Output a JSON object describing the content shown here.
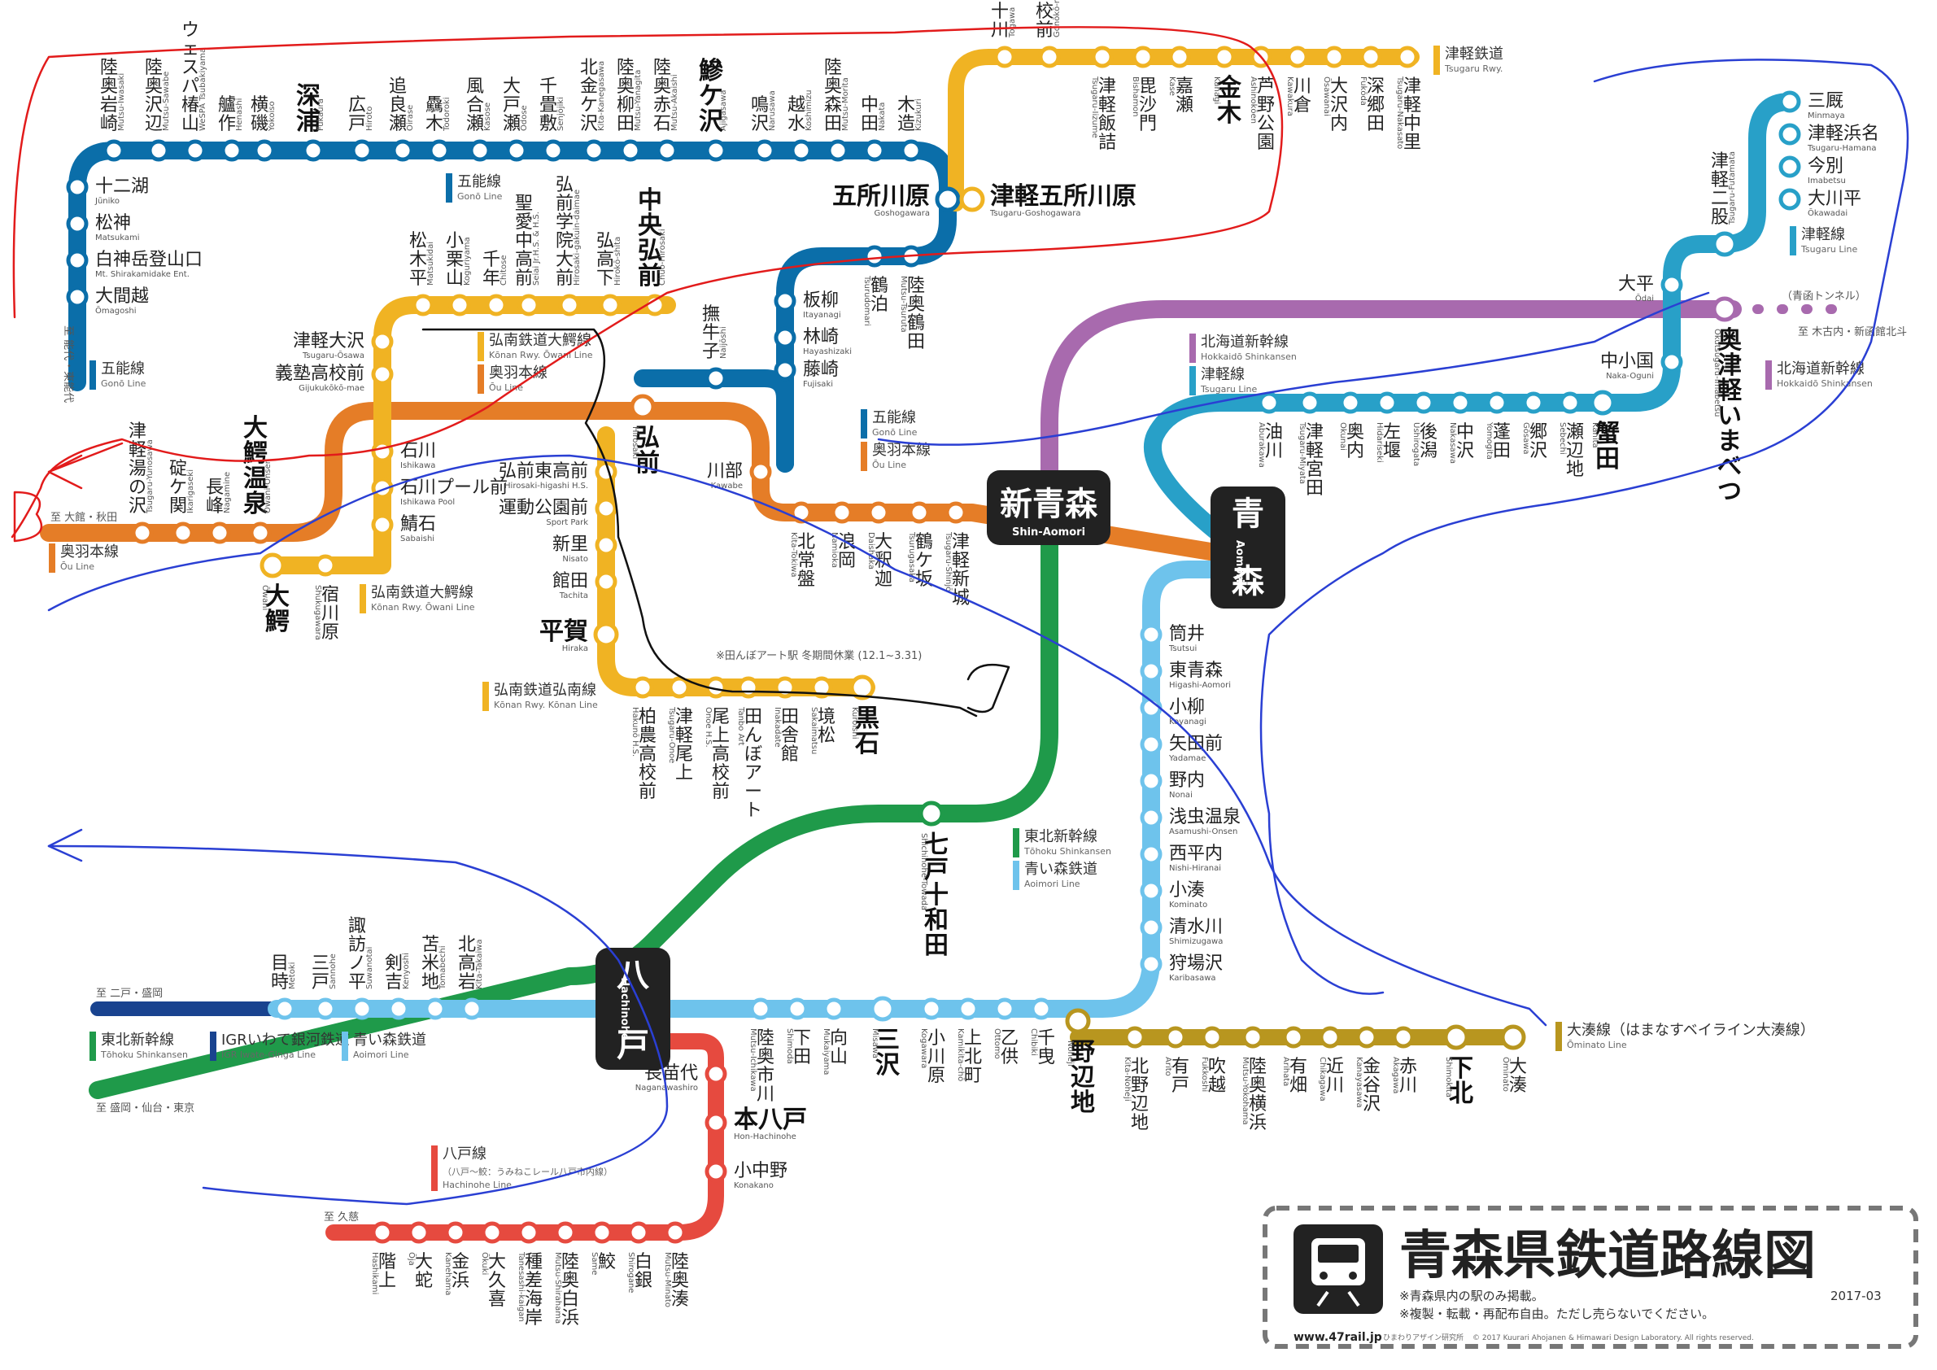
{
  "title": "青森県鉄道路線図",
  "notes": [
    "※青森県内の駅のみ掲載。",
    "※複製・転載・再配布自由。ただし売らないでください。"
  ],
  "date": "2017-03",
  "site": "www.47rail.jp",
  "credit": "© 2017 Kuurari Ahojanen & Himawari Design Laboratory. All rights reserved.",
  "lab": "ひまわりアザイン研究所",
  "itabashi_note": "※田んぼアート駅 冬期間休業 (12.1~3.31)",
  "colors": {
    "gono": "#0b6ea9",
    "ou": "#e57d27",
    "konan": "#f0b323",
    "tsugaru_rwy": "#f0b323",
    "tsugaru_line": "#28a0c8",
    "hokkaido_shinkansen": "#a86aae",
    "tohoku_shinkansen": "#1f9a4a",
    "aoimori": "#6ec3ec",
    "igr": "#19438f",
    "hachinohe": "#e64a3f",
    "ominato": "#b8961f",
    "scribble_red": "#e21b1b",
    "scribble_blue": "#2a3fd3"
  },
  "direction_labels": {
    "noshiro": "至 能代・東能代",
    "odate": "至 大館・秋田",
    "kikonai": "至 木古内・新函館北斗",
    "seikan": "（青函トンネル）",
    "ninohe": "至 二戸・盛岡",
    "morioka": "至 盛岡・仙台・東京",
    "kuji": "至 久慈"
  },
  "hubs": [
    {
      "id": "shin-aomori",
      "name": "新青森",
      "roman": "Shin-Aomori"
    },
    {
      "id": "aomori",
      "name": "青森",
      "roman": "Aomori"
    },
    {
      "id": "hachinohe",
      "name": "八戸",
      "roman": "Hachinohe"
    }
  ],
  "legends": [
    {
      "id": "tsugaru-rwy",
      "color": "#f0b323",
      "label": "津軽鉄道",
      "roman": "Tsugaru Rwy."
    },
    {
      "id": "gono-1",
      "color": "#0b6ea9",
      "label": "五能線",
      "roman": "Gonō Line"
    },
    {
      "id": "gono-2",
      "color": "#0b6ea9",
      "label": "五能線",
      "roman": "Gonō Line"
    },
    {
      "id": "gono-3",
      "color": "#0b6ea9",
      "label": "五能線",
      "roman": "Gonō Line"
    },
    {
      "id": "konan-owani",
      "color": "#f0b323",
      "label": "弘南鉄道大鰐線",
      "roman": "Kōnan Rwy. Ōwani Line"
    },
    {
      "id": "ou-1",
      "color": "#e57d27",
      "label": "奥羽本線",
      "roman": "Ōu Line"
    },
    {
      "id": "ou-2",
      "color": "#e57d27",
      "label": "奥羽本線",
      "roman": "Ōu Line"
    },
    {
      "id": "ou-3",
      "color": "#e57d27",
      "label": "奥羽本線",
      "roman": "Ōu Line"
    },
    {
      "id": "konan-owani-2",
      "color": "#f0b323",
      "label": "弘南鉄道大鰐線",
      "roman": "Kōnan Rwy. Ōwani Line"
    },
    {
      "id": "konan-konan",
      "color": "#f0b323",
      "label": "弘南鉄道弘南線",
      "roman": "Kōnan Rwy. Kōnan Line"
    },
    {
      "id": "hokkaido-1",
      "color": "#a86aae",
      "label": "北海道新幹線",
      "roman": "Hokkaidō Shinkansen"
    },
    {
      "id": "tsugaru-1",
      "color": "#28a0c8",
      "label": "津軽線",
      "roman": "Tsugaru Line"
    },
    {
      "id": "tsugaru-2",
      "color": "#28a0c8",
      "label": "津軽線",
      "roman": "Tsugaru Line"
    },
    {
      "id": "hokkaido-2",
      "color": "#a86aae",
      "label": "北海道新幹線",
      "roman": "Hokkaidō Shinkansen"
    },
    {
      "id": "tohoku-1",
      "color": "#1f9a4a",
      "label": "東北新幹線",
      "roman": "Tōhoku Shinkansen"
    },
    {
      "id": "aoimori-1",
      "color": "#6ec3ec",
      "label": "青い森鉄道",
      "roman": "Aoimori Line"
    },
    {
      "id": "tohoku-2",
      "color": "#1f9a4a",
      "label": "東北新幹線",
      "roman": "Tōhoku Shinkansen"
    },
    {
      "id": "igr",
      "color": "#19438f",
      "label": "IGRいわて銀河鉄道",
      "roman": "IGR Iwate-Ginga Line"
    },
    {
      "id": "aoimori-2",
      "color": "#6ec3ec",
      "label": "青い森鉄道",
      "roman": "Aoimori Line"
    },
    {
      "id": "hachinohe-line",
      "color": "#e64a3f",
      "label": "八戸線",
      "roman": "Hachinohe Line",
      "sub": "（八戸〜鮫：うみねこレール八戸市内線）"
    },
    {
      "id": "ominato",
      "color": "#b8961f",
      "label": "大湊線（はまなすベイライン大湊線）",
      "roman": "Ōminato Line"
    }
  ],
  "stations": [
    {
      "n": "十二湖",
      "r": "Jūniko"
    },
    {
      "n": "松神",
      "r": "Matsukami"
    },
    {
      "n": "白神岳登山口",
      "r": "Mt. Shirakamidake Ent."
    },
    {
      "n": "大間越",
      "r": "Ōmagoshi"
    },
    {
      "n": "陸奥岩崎",
      "r": "Mutsu-Iwasaki"
    },
    {
      "n": "陸奥沢辺",
      "r": "Mutsu-Sawabe"
    },
    {
      "n": "ウェスパ椿山",
      "r": "WeSPA Tsubakiyama"
    },
    {
      "n": "艫作",
      "r": "Henashi"
    },
    {
      "n": "横磯",
      "r": "Yokoiso"
    },
    {
      "n": "深浦",
      "r": "Fukaura"
    },
    {
      "n": "広戸",
      "r": "Hiroto"
    },
    {
      "n": "追良瀬",
      "r": "Oirase"
    },
    {
      "n": "驫木",
      "r": "Todoroki"
    },
    {
      "n": "風合瀬",
      "r": "Kasose"
    },
    {
      "n": "大戸瀬",
      "r": "Ōdose"
    },
    {
      "n": "千畳敷",
      "r": "Senjōjiki"
    },
    {
      "n": "北金ケ沢",
      "r": "Kita-Kanegasawa"
    },
    {
      "n": "陸奥柳田",
      "r": "Mutsu-Yanagita"
    },
    {
      "n": "陸奥赤石",
      "r": "Mutsu-Akaishi"
    },
    {
      "n": "鰺ケ沢",
      "r": "Ajigasawa"
    },
    {
      "n": "鳴沢",
      "r": "Narusawa"
    },
    {
      "n": "越水",
      "r": "Koshimizu"
    },
    {
      "n": "陸奥森田",
      "r": "Mutsu-Morita"
    },
    {
      "n": "中田",
      "r": "Nakata"
    },
    {
      "n": "木造",
      "r": "Kizukuri"
    },
    {
      "n": "五所川原",
      "r": "Goshogawara"
    },
    {
      "n": "陸奥鶴田",
      "r": "Mutsu-Tsuruta"
    },
    {
      "n": "鶴泊",
      "r": "Tsurudomari"
    },
    {
      "n": "板柳",
      "r": "Itayanagi"
    },
    {
      "n": "林崎",
      "r": "Hayashizaki"
    },
    {
      "n": "藤崎",
      "r": "Fujisaki"
    },
    {
      "n": "津軽五所川原",
      "r": "Tsugaru-Goshogawara"
    },
    {
      "n": "十川",
      "r": "Togawa"
    },
    {
      "n": "五農校前",
      "r": "Gonōkō-mae"
    },
    {
      "n": "津軽飯詰",
      "r": "Tsugaru-Iizume"
    },
    {
      "n": "毘沙門",
      "r": "Bishamon"
    },
    {
      "n": "嘉瀬",
      "r": "Kase"
    },
    {
      "n": "金木",
      "r": "Kanagi"
    },
    {
      "n": "芦野公園",
      "r": "Ashinokōen"
    },
    {
      "n": "川倉",
      "r": "Kawakura"
    },
    {
      "n": "大沢内",
      "r": "Ōsawanai"
    },
    {
      "n": "深郷田",
      "r": "Fukōda"
    },
    {
      "n": "津軽中里",
      "r": "Tsugaru-Nakasato"
    },
    {
      "n": "中央弘前",
      "r": "Chūō-Hirosaki"
    },
    {
      "n": "弘高下",
      "r": "Hirokō-shita"
    },
    {
      "n": "弘前学院大前",
      "r": "Hirosaki-gakuin-daimae"
    },
    {
      "n": "聖愛中高前",
      "r": "Seiai Jr.H.S. & H.S."
    },
    {
      "n": "千年",
      "r": "Chitose"
    },
    {
      "n": "小栗山",
      "r": "Koguriyama"
    },
    {
      "n": "松木平",
      "r": "Matsukidai"
    },
    {
      "n": "津軽大沢",
      "r": "Tsugaru-Ōsawa"
    },
    {
      "n": "義塾高校前",
      "r": "Gijukukōkō-mae"
    },
    {
      "n": "石川",
      "r": "Ishikawa"
    },
    {
      "n": "石川プール前",
      "r": "Ishikawa Pool"
    },
    {
      "n": "鯖石",
      "r": "Sabaishi"
    },
    {
      "n": "宿川原",
      "r": "Shukugawara"
    },
    {
      "n": "大鰐",
      "r": "Ōwani"
    },
    {
      "n": "大鰐温泉",
      "r": "Ōwani-Onsen"
    },
    {
      "n": "長峰",
      "r": "Nagamine"
    },
    {
      "n": "碇ケ関",
      "r": "Ikarigaseki"
    },
    {
      "n": "津軽湯の沢",
      "r": "Tsugaru-Yunosawa"
    },
    {
      "n": "撫牛子",
      "r": "Naijōshi"
    },
    {
      "n": "弘前",
      "r": "Hirosaki"
    },
    {
      "n": "川部",
      "r": "Kawabe"
    },
    {
      "n": "北常盤",
      "r": "Kita-Tokiwa"
    },
    {
      "n": "浪岡",
      "r": "Namioka"
    },
    {
      "n": "大釈迦",
      "r": "Daishaka"
    },
    {
      "n": "鶴ケ坂",
      "r": "Tsurugasaka"
    },
    {
      "n": "津軽新城",
      "r": "Tsugaru-Shinjō"
    },
    {
      "n": "弘前東高前",
      "r": "Hirosaki-higashi H.S."
    },
    {
      "n": "運動公園前",
      "r": "Sport Park"
    },
    {
      "n": "新里",
      "r": "Nisato"
    },
    {
      "n": "館田",
      "r": "Tachita"
    },
    {
      "n": "平賀",
      "r": "Hiraka"
    },
    {
      "n": "柏農高校前",
      "r": "Hakunō H.S."
    },
    {
      "n": "津軽尾上",
      "r": "Tsugaru-Onoe"
    },
    {
      "n": "尾上高校前",
      "r": "Onoe H.S."
    },
    {
      "n": "田んぼアート",
      "r": "Tanbo Art"
    },
    {
      "n": "田舎館",
      "r": "Inakadate"
    },
    {
      "n": "境松",
      "r": "Sakaimatsu"
    },
    {
      "n": "黒石",
      "r": "Kuroishi"
    },
    {
      "n": "油川",
      "r": "Aburakawa"
    },
    {
      "n": "津軽宮田",
      "r": "Tsugaru-Miyata"
    },
    {
      "n": "奥内",
      "r": "Okunai"
    },
    {
      "n": "左堰",
      "r": "Hidariseki"
    },
    {
      "n": "後潟",
      "r": "Ushirogata"
    },
    {
      "n": "中沢",
      "r": "Nakasawa"
    },
    {
      "n": "蓬田",
      "r": "Yomogita"
    },
    {
      "n": "郷沢",
      "r": "Gōsawa"
    },
    {
      "n": "瀬辺地",
      "r": "Sebechi"
    },
    {
      "n": "蟹田",
      "r": "Kanita"
    },
    {
      "n": "中小国",
      "r": "Naka-Oguni"
    },
    {
      "n": "大平",
      "r": "Ōdai"
    },
    {
      "n": "津軽二股",
      "r": "Tsugaru-Futamata"
    },
    {
      "n": "奥津軽いまべつ",
      "r": "Okutsugaru-Imabetsu"
    },
    {
      "n": "大川平",
      "r": "Ōkawadai"
    },
    {
      "n": "今別",
      "r": "Imabetsu"
    },
    {
      "n": "津軽浜名",
      "r": "Tsugaru-Hamana"
    },
    {
      "n": "三厩",
      "r": "Minmaya"
    },
    {
      "n": "筒井",
      "r": "Tsutsui"
    },
    {
      "n": "東青森",
      "r": "Higashi-Aomori"
    },
    {
      "n": "小柳",
      "r": "Koyanagi"
    },
    {
      "n": "矢田前",
      "r": "Yadamae"
    },
    {
      "n": "野内",
      "r": "Nonai"
    },
    {
      "n": "浅虫温泉",
      "r": "Asamushi-Onsen"
    },
    {
      "n": "西平内",
      "r": "Nishi-Hiranai"
    },
    {
      "n": "小湊",
      "r": "Kominato"
    },
    {
      "n": "清水川",
      "r": "Shimizugawa"
    },
    {
      "n": "狩場沢",
      "r": "Karibasawa"
    },
    {
      "n": "七戸十和田",
      "r": "Shichinohe-Towada"
    },
    {
      "n": "目時",
      "r": "Metoki"
    },
    {
      "n": "三戸",
      "r": "Sannohe"
    },
    {
      "n": "諏訪ノ平",
      "r": "Suwanotai"
    },
    {
      "n": "剣吉",
      "r": "Kenyoshi"
    },
    {
      "n": "苫米地",
      "r": "Tomabechi"
    },
    {
      "n": "北高岩",
      "r": "Kita-Takaiwa"
    },
    {
      "n": "陸奥市川",
      "r": "Mutsu-Ichikawa"
    },
    {
      "n": "下田",
      "r": "Shimoda"
    },
    {
      "n": "向山",
      "r": "Mukaiyama"
    },
    {
      "n": "三沢",
      "r": "Misawa"
    },
    {
      "n": "小川原",
      "r": "Kogawara"
    },
    {
      "n": "上北町",
      "r": "Kamikita-chō"
    },
    {
      "n": "乙供",
      "r": "Ottomo"
    },
    {
      "n": "千曳",
      "r": "Chibiki"
    },
    {
      "n": "野辺地",
      "r": "Noheji"
    },
    {
      "n": "北野辺地",
      "r": "Kita-Noheji"
    },
    {
      "n": "有戸",
      "r": "Arito"
    },
    {
      "n": "吹越",
      "r": "Fukkoshi"
    },
    {
      "n": "陸奥横浜",
      "r": "Mutsu-Yokohama"
    },
    {
      "n": "有畑",
      "r": "Arihata"
    },
    {
      "n": "近川",
      "r": "Chikagawa"
    },
    {
      "n": "金谷沢",
      "r": "Kanayasawa"
    },
    {
      "n": "赤川",
      "r": "Akagawa"
    },
    {
      "n": "下北",
      "r": "Shimokita"
    },
    {
      "n": "大湊",
      "r": "Ōminato"
    },
    {
      "n": "長苗代",
      "r": "Naganawashiro"
    },
    {
      "n": "本八戸",
      "r": "Hon-Hachinohe"
    },
    {
      "n": "小中野",
      "r": "Konakano"
    },
    {
      "n": "陸奥湊",
      "r": "Mutsu-Minato"
    },
    {
      "n": "白銀",
      "r": "Shirogane"
    },
    {
      "n": "鮫",
      "r": "Same"
    },
    {
      "n": "陸奥白浜",
      "r": "Mutsu-Shirahama"
    },
    {
      "n": "種差海岸",
      "r": "Tanesashi-kaigan"
    },
    {
      "n": "大久喜",
      "r": "Ōkuki"
    },
    {
      "n": "金浜",
      "r": "Kanehama"
    },
    {
      "n": "大蛇",
      "r": "Ōja"
    },
    {
      "n": "階上",
      "r": "Hashikami"
    }
  ]
}
